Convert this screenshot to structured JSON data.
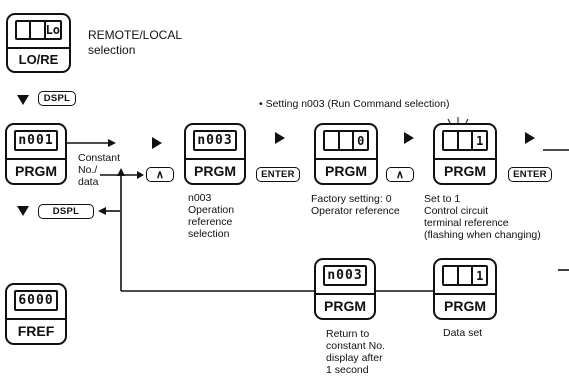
{
  "units": {
    "lore": {
      "display": "Lo",
      "label": "LO/RE"
    },
    "n001": {
      "display": "n001",
      "label": "PRGM"
    },
    "n003a": {
      "display": "n003",
      "label": "PRGM"
    },
    "factory": {
      "display": "0",
      "label": "PRGM"
    },
    "set1": {
      "display": "1",
      "label": "PRGM"
    },
    "returnN003": {
      "display": "n003",
      "label": "PRGM"
    },
    "dataSet": {
      "display": "1",
      "label": "PRGM"
    },
    "fref": {
      "display": "6000",
      "label": "FREF"
    }
  },
  "keys": {
    "dspl": "DSPL",
    "enter": "ENTER",
    "up": "∧"
  },
  "text": {
    "remote_local": "REMOTE/LOCAL\nselection",
    "setting_title": "• Setting n003 (Run Command selection)",
    "constant": "Constant\nNo./\ndata",
    "n003_desc": "n003\nOperation\nreference\nselection",
    "factory_desc": "Factory setting: 0\nOperator reference",
    "set1_desc": "Set to 1\nControl circuit\nterminal reference\n(flashing when changing)",
    "return_desc": "Return to\nconstant No.\ndisplay after\n1 second",
    "data_set": "Data set"
  },
  "colors": {
    "ink": "#111111",
    "background": "#ffffff"
  }
}
